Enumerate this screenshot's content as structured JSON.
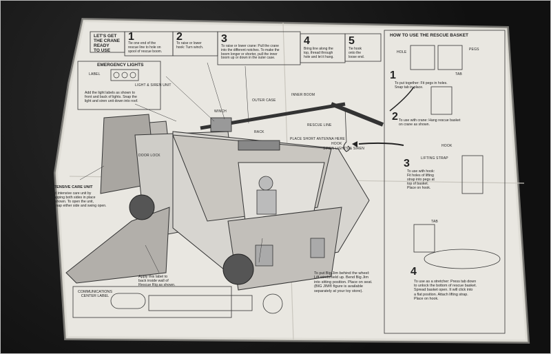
{
  "colors": {
    "paper": "#e9e7e1",
    "ink": "#2a2a2a",
    "carpet": "#151515"
  },
  "header": {
    "title_line1": "LET'S GET",
    "title_line2": "THE CRANE",
    "title_line3": "READY",
    "title_line4": "TO USE"
  },
  "crane_steps": [
    {
      "num": "1",
      "text": "Tie one end of the\nrescue line to hole on\nspool of rescue boom."
    },
    {
      "num": "2",
      "text": "To raise or lower\nhook: Turn winch."
    },
    {
      "num": "3",
      "text": "To raise or lower crane: Pull the crane\ninto the different notches. To make the\nboom longer or shorter, pull the inner\nboom up or down in the outer case."
    },
    {
      "num": "4",
      "text": "Bring line along the\ntop, thread through\nhole and let it hang."
    },
    {
      "num": "5",
      "text": "Tie hook\nonto the\nloose end."
    }
  ],
  "basket": {
    "title": "HOW TO USE THE RESCUE BASKET",
    "labels": {
      "hole": "HOLE",
      "pegs": "PEGS",
      "tab": "TAB",
      "hook": "HOOK",
      "lifting_strap": "LIFTING STRAP",
      "tab2": "TAB"
    },
    "steps": [
      {
        "num": "1",
        "text": "To put together:  Fit pegs in holes.\nSnap tab in place."
      },
      {
        "num": "2",
        "text": "To use with crane:  Hang rescue basket\non crane as shown."
      },
      {
        "num": "3",
        "text": "To use with hook:\nFit holes of lifting\nstrap into pegs at\ntop of basket.\nPlace on hook."
      },
      {
        "num": "4",
        "text": "To use as a stretcher:  Press tab down\nto unlock the bottom of rescue basket.\nSpread basket open.  It will click into\na flat position.  Attach lifting strap.\nPlace on hook."
      }
    ]
  },
  "emergency": {
    "title": "EMERGENCY LIGHTS",
    "label_tag": "LABEL",
    "unit_tag": "LIGHT &\nSIREN UNIT",
    "text": "Add the light labels as shown to\nfront and back of lights. Snap the\nlight and siren unit down into roof."
  },
  "vehicle_labels": {
    "outer_case": "OUTER CASE",
    "inner_boom": "INNER BOOM",
    "winch": "WINCH",
    "rack": "RACK",
    "rescue_line": "RESCUE LINE",
    "place_antenna": "PLACE SHORT\nANTENNA HERE",
    "hook": "HOOK",
    "door_lock": "DOOR LOCK",
    "siren_lights": "SIREN LIGHTS\n& SIREN"
  },
  "intensive": {
    "title": "INTENSIVE CARE UNIT",
    "text": "Add intensive care unit by\nsnapping both sides in place\nas shown. To open the unit,\nunsnap either side and swing open."
  },
  "apply_label": "Apply this label to\nback inside wall of\nRescue Rig as shown.",
  "big_jim": "To put Big Jim behind the wheel:\nLift windshield up. Bend Big Jim\ninto sitting position. Place on seat.\n(BIG JIM® figure is available\nseparately at your toy store).",
  "comm_label": "COMMUNICATIONS\nCENTER LABEL"
}
